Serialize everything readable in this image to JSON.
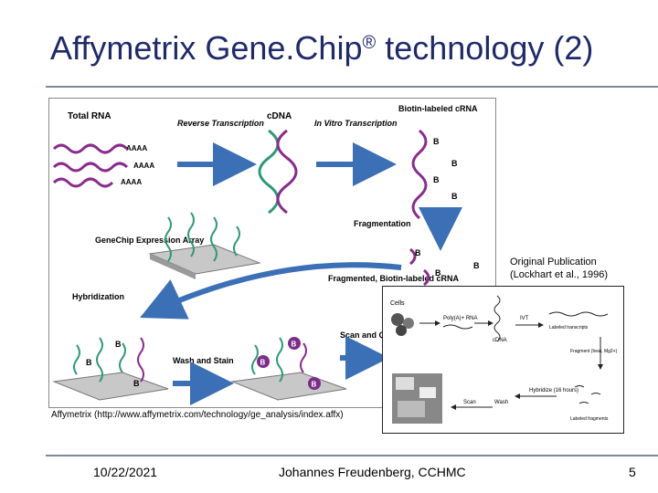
{
  "slide": {
    "title": "Affymetrix Gene.Chip",
    "title_mark": "®",
    "title_rest": " technology (2)"
  },
  "diagram": {
    "labels": {
      "total_rna": "Total RNA",
      "reverse_transcription": "Reverse Transcription",
      "cdna": "cDNA",
      "in_vitro_transcription": "In Vitro Transcription",
      "biotin_labeled_crna": "Biotin-labeled cRNA",
      "fragmentation": "Fragmentation",
      "genechip_array": "GeneChip Expression Array",
      "fragmented_crna": "Fragmented, Biotin-labeled cRNA",
      "hybridization": "Hybridization",
      "wash_stain": "Wash and Stain",
      "scan_quantitate": "Scan and Quantitate",
      "polya": "AAAA",
      "biotin": "B"
    }
  },
  "inset": {
    "cells": "Cells",
    "polya_rna": "Poly(A)+ RNA",
    "cdna": "cDNA",
    "ivt": "IVT",
    "labeled_transcripts": "Labeled transcripts",
    "fragment": "Fragment (heat, Mg2+)",
    "hybridize": "Hybridize (16 hours)",
    "wash": "Wash",
    "scan": "Scan",
    "labeled_fragments": "Labeled fragments"
  },
  "captions": {
    "source": "Affymetrix (http://www.affymetrix.com/technology/ge_analysis/index.affx)",
    "publication_line1": "Original Publication",
    "publication_line2": "(Lockhart et al., 1996)"
  },
  "footer": {
    "date": "10/22/2021",
    "author": "Johannes Freudenberg, CCHMC",
    "page": "5"
  },
  "colors": {
    "title": "#1f2a6b",
    "rna_purple": "#8a2b8f",
    "dna_green": "#2e9a78",
    "arrow_blue": "#3b6fb6",
    "biotin_purple": "#7b2d8a",
    "chip_grey": "#9a9a9a"
  }
}
